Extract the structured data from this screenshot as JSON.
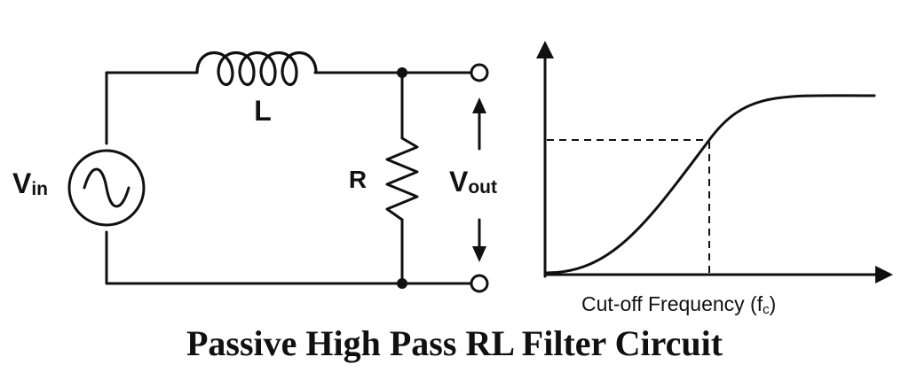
{
  "diagram": {
    "inductor_label": "L",
    "resistor_label": "R",
    "vin_main": "V",
    "vin_sub": "in",
    "vout_main": "V",
    "vout_sub": "out"
  },
  "graph": {
    "x_axis_caption_prefix": "Cut-off Frequency (f",
    "x_axis_caption_sub": "c",
    "x_axis_caption_suffix": ")"
  },
  "title": "Passive High Pass RL Filter Circuit",
  "colors": {
    "ink": "#111111",
    "background": "#ffffff"
  }
}
